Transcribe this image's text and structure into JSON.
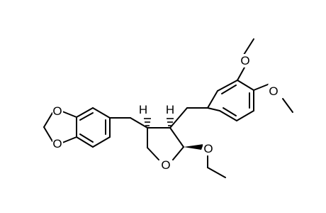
{
  "structure": {
    "atoms": {
      "o_dioxole_top": "O",
      "o_dioxole_bottom": "O",
      "o_ring": "O",
      "o_ethoxy": "O",
      "o_methoxy_top": "O",
      "o_methoxy_right": "O",
      "h_c4": "H",
      "h_c3": "H"
    }
  }
}
